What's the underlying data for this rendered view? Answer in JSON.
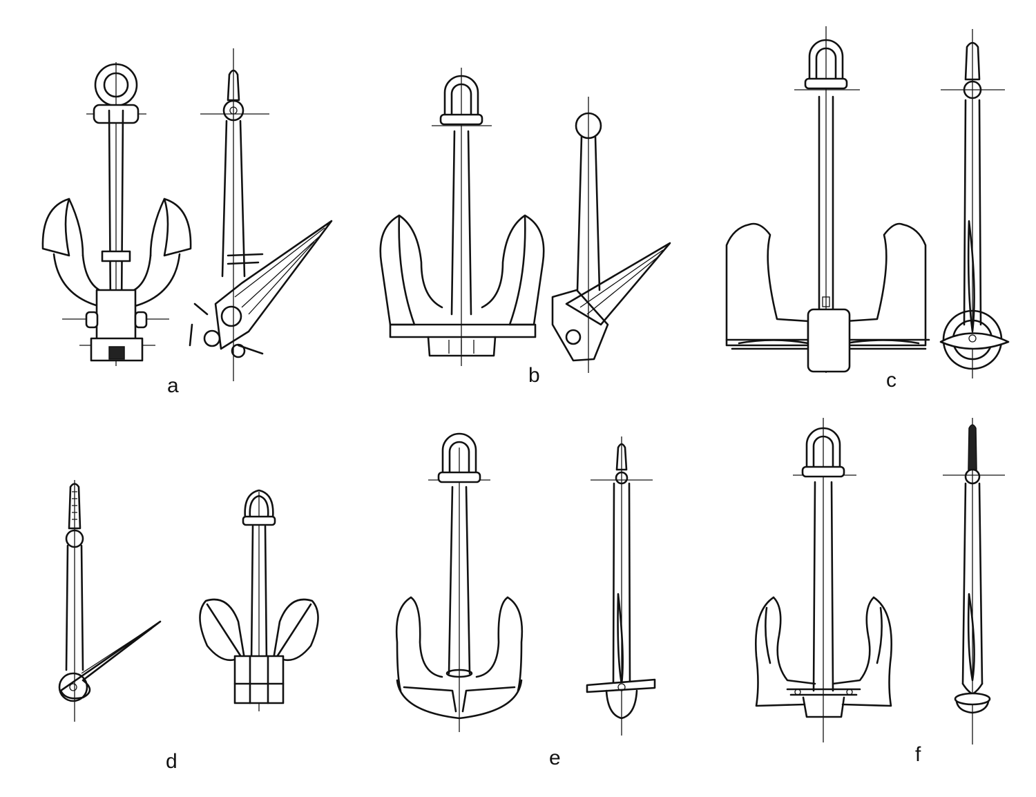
{
  "figure": {
    "labels": {
      "a": "a",
      "b": "b",
      "c": "c",
      "d": "d",
      "e": "e",
      "f": "f"
    }
  }
}
